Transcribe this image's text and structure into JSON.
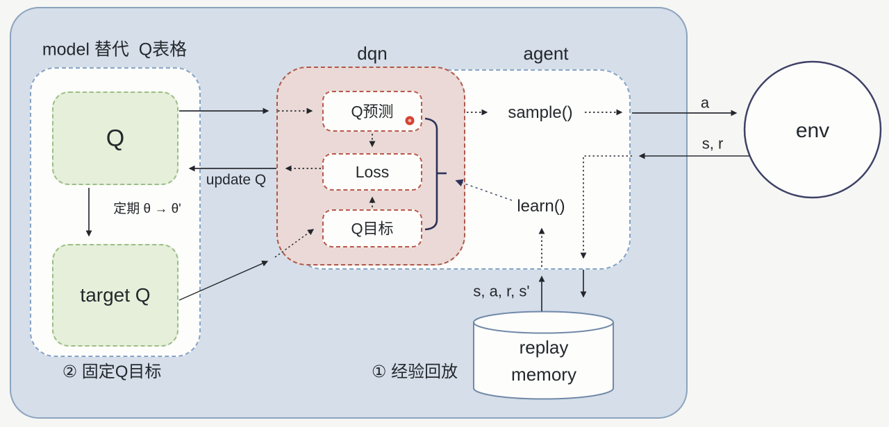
{
  "labels": {
    "model_note": "model 替代  Q表格",
    "dqn": "dqn",
    "agent": "agent",
    "env": "env",
    "q": "Q",
    "target_q": "target Q",
    "q_pred": "Q预测",
    "loss": "Loss",
    "q_target": "Q目标",
    "sample": "sample()",
    "learn": "learn()",
    "replay_memory": "replay memory",
    "update_q": "update Q",
    "periodic": "定期 θ → θ'",
    "action": "a",
    "state_reward": "s, r",
    "transition": "s, a, r, s'",
    "fixed_q_caption": "② 固定Q目标",
    "replay_caption": "① 经验回放"
  },
  "colors": {
    "page_bg": "#f6f6f4",
    "container_fill": "#d5dee9",
    "container_border": "#8ba3bd",
    "group_fill": "#fdfdfb",
    "blue_dash_border": "#85a3c6",
    "dqn_fill": "#ead9d6",
    "dqn_border": "#ad5849",
    "green_fill": "#e5efda",
    "green_border": "#9cbd85",
    "inner_box_border": "#b8574a",
    "ink": "#24282c",
    "brace_navy": "#2c3158",
    "cylinder_border": "#7089a8",
    "env_border": "#3e4166",
    "red_dot": "#d24335"
  }
}
